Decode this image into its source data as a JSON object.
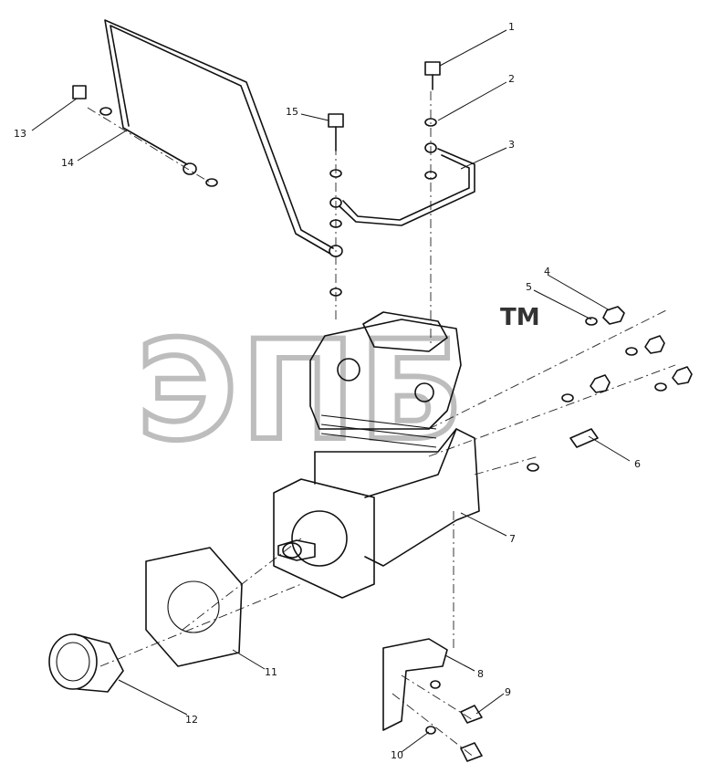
{
  "watermark": {
    "text": "ЭПБ",
    "trademark": "TM"
  },
  "top_mark": "",
  "callouts": [
    {
      "id": "1",
      "label": "1"
    },
    {
      "id": "2",
      "label": "2"
    },
    {
      "id": "3",
      "label": "3"
    },
    {
      "id": "4",
      "label": "4"
    },
    {
      "id": "5",
      "label": "5"
    },
    {
      "id": "6",
      "label": "6"
    },
    {
      "id": "7",
      "label": "7"
    },
    {
      "id": "8",
      "label": "8"
    },
    {
      "id": "9",
      "label": "9"
    },
    {
      "id": "10",
      "label": "10"
    },
    {
      "id": "11",
      "label": "11"
    },
    {
      "id": "12",
      "label": "12"
    },
    {
      "id": "13",
      "label": "13"
    },
    {
      "id": "14",
      "label": "14"
    },
    {
      "id": "15",
      "label": "15"
    }
  ]
}
